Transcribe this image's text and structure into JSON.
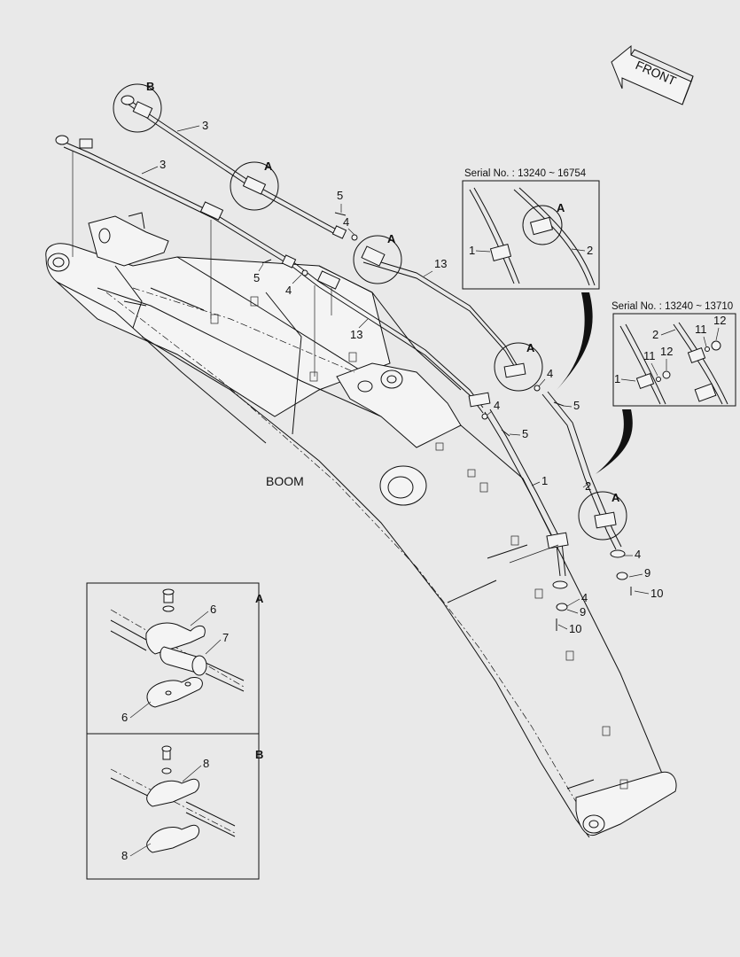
{
  "diagram": {
    "boom_label": "BOOM",
    "front_label": "FRONT",
    "serial_box_1": "Serial No. : 13240 ~ 16754",
    "serial_box_2": "Serial No. : 13240 ~ 13710",
    "detail_tags": {
      "a": "A",
      "b": "B"
    },
    "callouts": {
      "n1": "1",
      "n2": "2",
      "n3": "3",
      "n4": "4",
      "n5": "5",
      "n6": "6",
      "n7": "7",
      "n8": "8",
      "n9": "9",
      "n10": "10",
      "n11": "11",
      "n12": "12",
      "n13": "13"
    }
  },
  "colors": {
    "background": "#e9e9e9",
    "line": "#111111",
    "part_fill": "#f4f4f4"
  }
}
